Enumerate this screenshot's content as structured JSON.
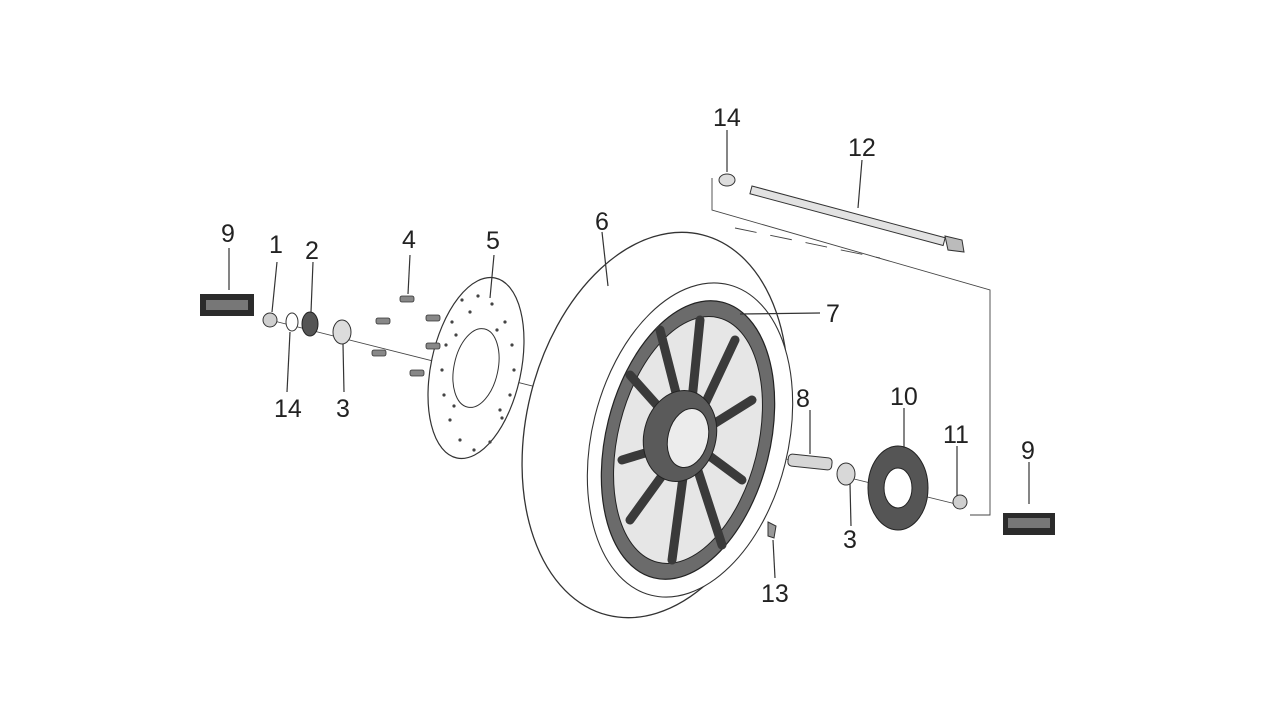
{
  "callouts": {
    "c1": "1",
    "c2": "2",
    "c3_left": "3",
    "c3_right": "3",
    "c4": "4",
    "c5": "5",
    "c6": "6",
    "c7": "7",
    "c8": "8",
    "c9_left": "9",
    "c9_right": "9",
    "c10": "10",
    "c11": "11",
    "c12": "12",
    "c13": "13",
    "c14_top": "14",
    "c14_left": "14"
  },
  "colors": {
    "line": "#333333",
    "fill_dark": "#444444",
    "fill_light": "#d8d8d8"
  }
}
